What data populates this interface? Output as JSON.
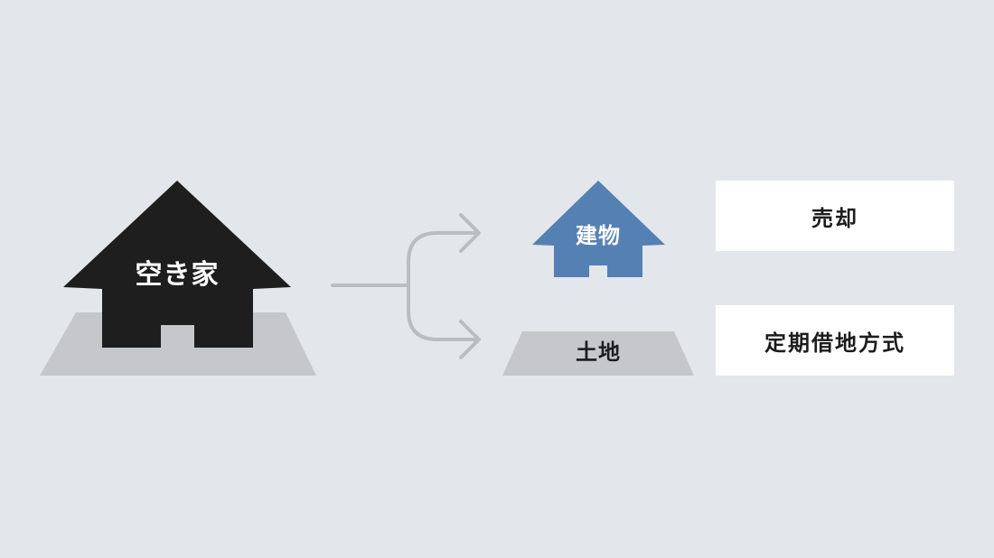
{
  "colors": {
    "background": "#e3e6ea",
    "house": "#1e1e1e",
    "ground": "#c5c7cb",
    "building": "#5580b3",
    "arrow": "#b9bcc0",
    "box": "#ffffff"
  },
  "diagram": {
    "source": {
      "label": "空き家"
    },
    "targets": [
      {
        "label": "建物",
        "method": "売却"
      },
      {
        "label": "土地",
        "method": "定期借地方式"
      }
    ]
  }
}
